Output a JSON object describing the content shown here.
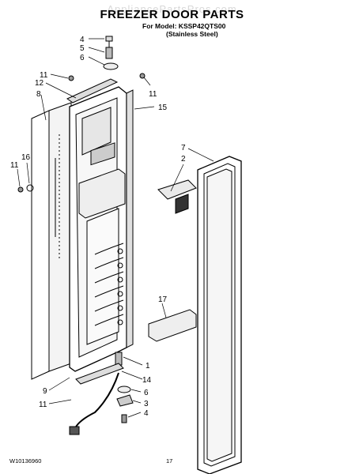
{
  "watermark": "AppliancePartsPros.com",
  "title": "FREEZER DOOR PARTS",
  "model_line": "For Model: KSSP42QTS00",
  "model_variant": "(Stainless Steel)",
  "doc_number": "W10136960",
  "page_number": "17",
  "callouts": {
    "c4a": "4",
    "c5": "5",
    "c6a": "6",
    "c11a": "11",
    "c12": "12",
    "c8": "8",
    "c11b": "11",
    "c15": "15",
    "c7": "7",
    "c2": "2",
    "c16": "16",
    "c11c": "11",
    "c17": "17",
    "c1": "1",
    "c14": "14",
    "c9": "9",
    "c11d": "11",
    "c6b": "6",
    "c3": "3",
    "c4b": "4"
  }
}
